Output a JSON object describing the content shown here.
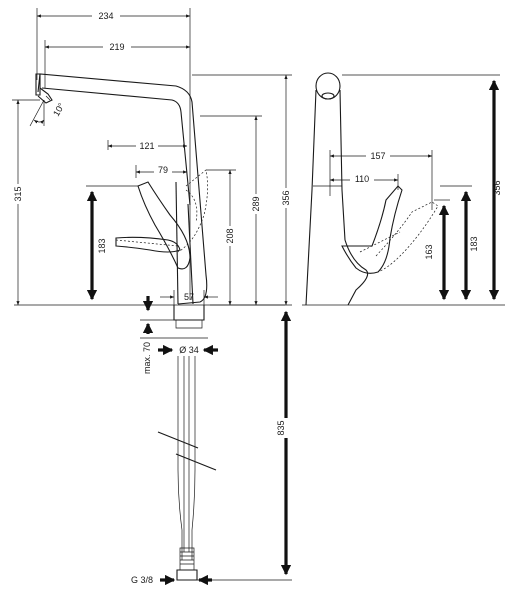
{
  "dimensions": {
    "width_234": "234",
    "width_219": "219",
    "width_121": "121",
    "width_79": "79",
    "width_57": "57",
    "diameter_34": "Ø 34",
    "angle_10": "10°",
    "height_315": "315",
    "height_183_front": "183",
    "height_289": "289",
    "height_208": "208",
    "height_356_front": "356",
    "max_70": "max. 70",
    "length_835": "835",
    "thread_g38": "G 3/8",
    "side_157": "157",
    "side_110": "110",
    "side_163": "163",
    "side_183": "183",
    "side_356": "356"
  },
  "colors": {
    "line": "#1a1a1a",
    "background": "#ffffff"
  }
}
